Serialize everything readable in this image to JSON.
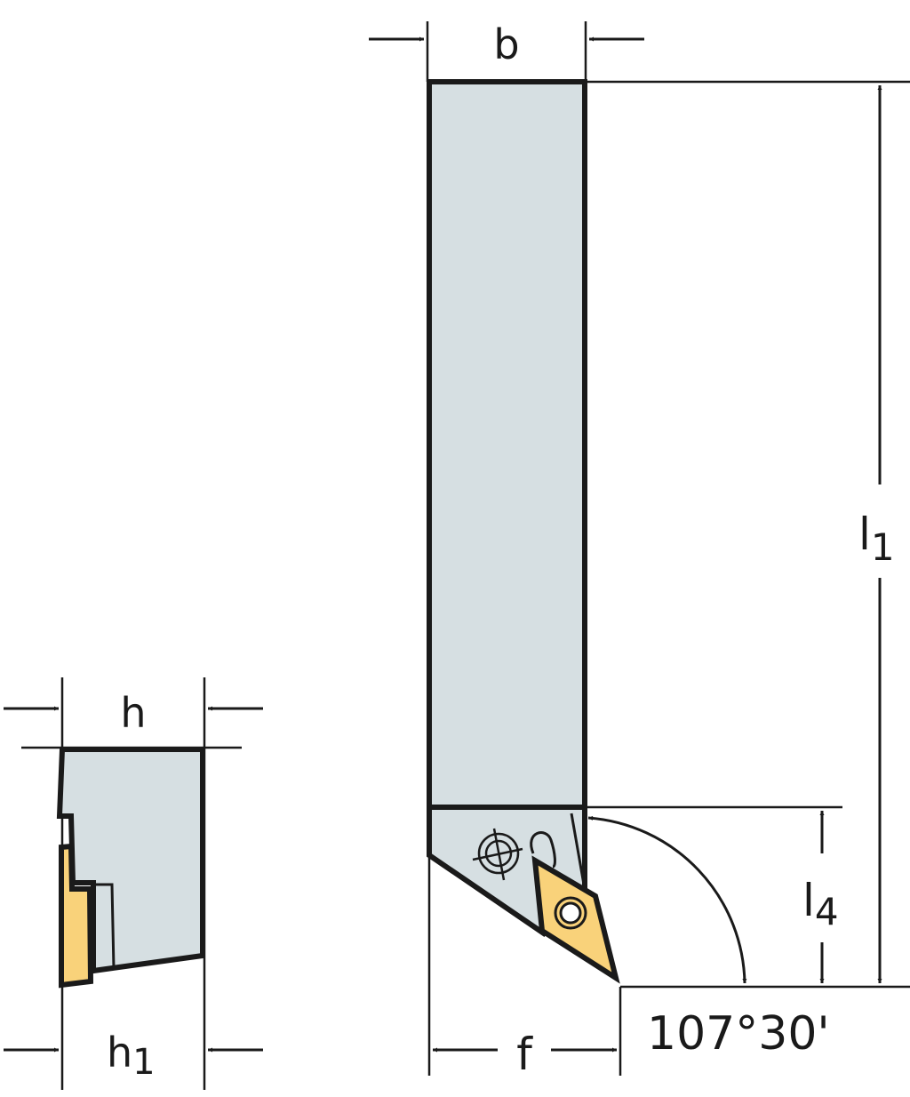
{
  "colors": {
    "line": "#1a1a1a",
    "body": "#d6dfe2",
    "insert": "#f9d27a"
  },
  "side_view": {
    "h_label": "h",
    "h1_label": "h",
    "h1_sub": "1"
  },
  "top_view": {
    "b_label": "b",
    "l1_label": "l",
    "l1_sub": "1",
    "l4_label": "l",
    "l4_sub": "4",
    "f_label": "f",
    "angle_label": "107°30'"
  }
}
